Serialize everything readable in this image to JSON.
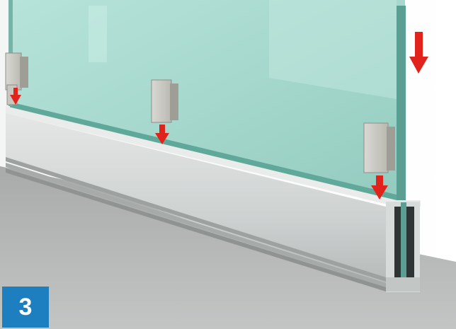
{
  "step_badge": {
    "number": "3",
    "color": "#1d7fc0"
  },
  "scene": {
    "glass_color": "#a9d9cf",
    "profile_color": "#c8cccb",
    "floor_color": "#b7b9b8",
    "arrow_color": "#e0241c",
    "glass_panel_count": 1,
    "wedge_clamp_count": 4,
    "arrow_count": 4
  }
}
